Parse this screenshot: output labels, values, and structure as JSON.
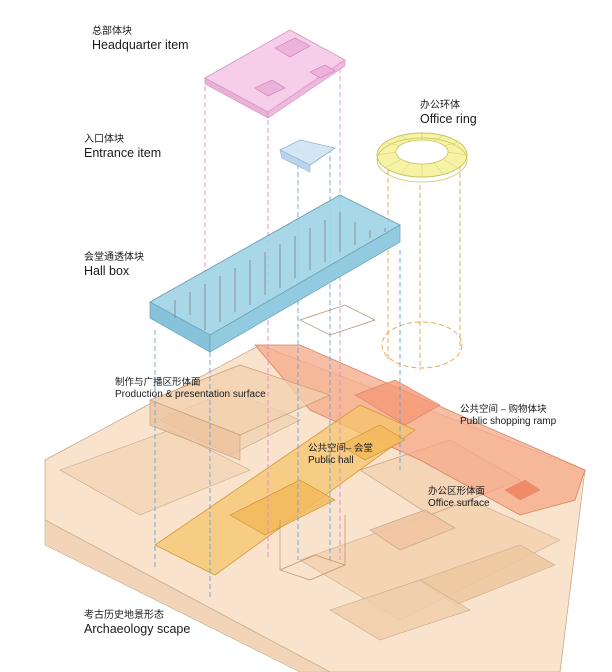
{
  "labels": {
    "headquarter": {
      "cn": "总部体块",
      "en": "Headquarter item"
    },
    "entrance": {
      "cn": "入口体块",
      "en": "Entrance item"
    },
    "hall_box": {
      "cn": "会堂通透体块",
      "en": "Hall box"
    },
    "office_ring": {
      "cn": "办公环体",
      "en": "Office ring"
    },
    "production": {
      "cn": "制作与广播区形体面",
      "en": "Production & presentation surface"
    },
    "public_shopping": {
      "cn": "公共空间 – 购物体块",
      "en": "Public shopping ramp"
    },
    "public_hall": {
      "cn": "公共空间– 会堂",
      "en": "Public hall"
    },
    "office_surface": {
      "cn": "办公区形体面",
      "en": "Office surface"
    },
    "archaeology": {
      "cn": "考古历史地景形态",
      "en": "Archaeology scape"
    }
  },
  "colors": {
    "headquarter": "#f4c6e6",
    "entrance": "#cfe3f3",
    "hall_box": "#9fd3e6",
    "office_ring": "#f6f2a6",
    "base": "#f7dcc0",
    "ramp": "#f6a887",
    "public_hall": "#f6c46c",
    "dash_pink": "#e08ac8",
    "dash_blue": "#6aa2d6",
    "dash_orange": "#e7a23c"
  }
}
